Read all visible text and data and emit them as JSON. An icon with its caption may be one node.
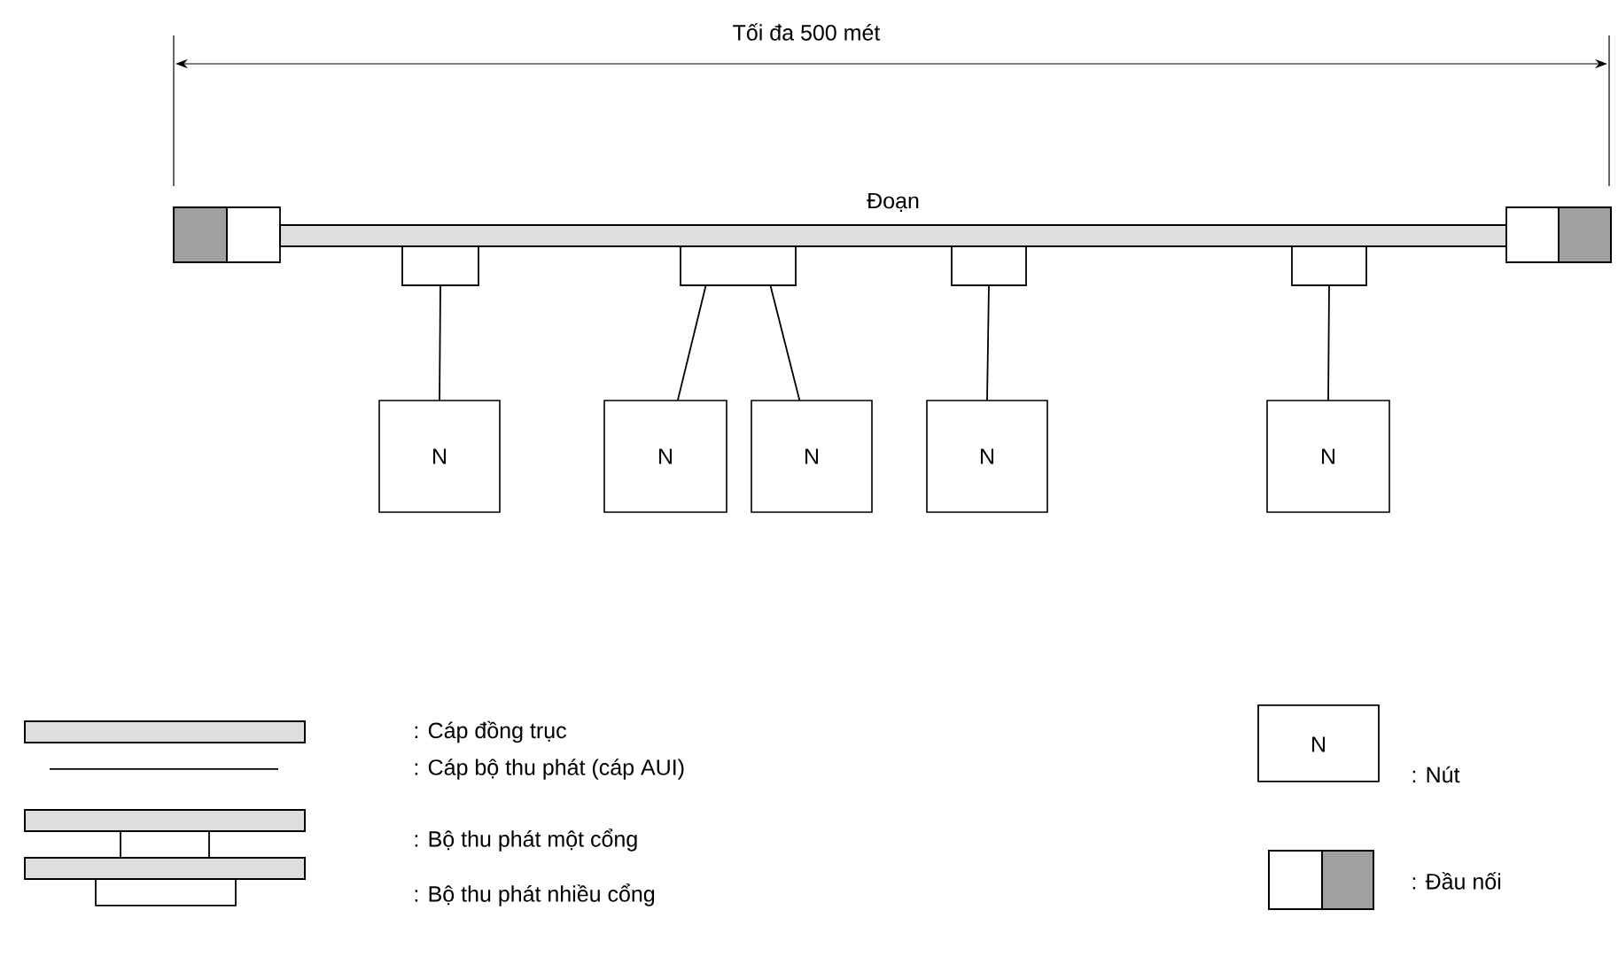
{
  "diagram": {
    "nodes": [
      {
        "text": [],
        "shape": "box"
      },
      {
        "text": [
          "Đoạn"
        ]
      },
      {
        "text": [],
        "shape": "box"
      },
      {
        "text": [],
        "shape": "box"
      },
      {
        "text": [],
        "shape": "box"
      },
      {
        "text": [],
        "shape": "box"
      },
      {
        "text": [],
        "shape": "box"
      },
      {
        "text": [
          "N"
        ]
      },
      {
        "text": [
          "N"
        ]
      },
      {
        "text": [
          "N"
        ]
      },
      {
        "text": [
          "N"
        ]
      },
      {
        "text": [
          "N"
        ]
      }
    ],
    "edges": [
      {
        "from": 3,
        "to": 7,
        "arrow": "none"
      },
      {
        "from": 4,
        "to": 8,
        "arrow": "none"
      },
      {
        "from": 4,
        "to": 9,
        "arrow": "none"
      },
      {
        "from": 5,
        "to": 10,
        "arrow": "none"
      },
      {
        "from": 6,
        "to": 11,
        "arrow": "none"
      }
    ],
    "labels": [
      "Tối đa 500 mét",
      "N"
    ],
    "legend": [
      {
        "text": ": Cáp đồng trục"
      },
      {
        "text": ": Cáp bộ thu phát (cáp AUI)"
      },
      {
        "text": ": Bộ thu phát một cổng"
      },
      {
        "text": ": Bộ thu phát nhiều cổng"
      },
      {
        "text": ": Nút"
      },
      {
        "text": ": Đầu nối"
      }
    ]
  }
}
